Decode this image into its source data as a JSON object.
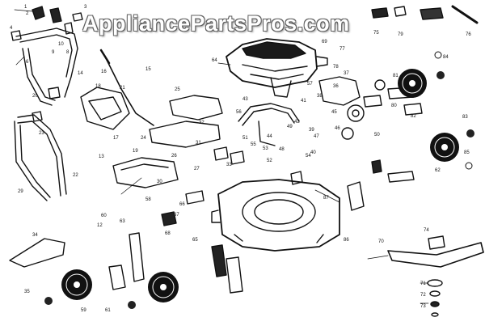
{
  "watermark": "AppliancePartsPros.com",
  "callouts": {
    "c1": "1",
    "c2": "2",
    "c3": "3",
    "c4": "4",
    "c6": "6",
    "c8": "8",
    "c9": "9",
    "c10": "10",
    "c12": "12",
    "c13": "13",
    "c14": "14",
    "c15": "15",
    "c16": "16",
    "c17": "17",
    "c18": "18",
    "c19": "19",
    "c20": "20",
    "c21": "21",
    "c22": "22",
    "c23": "23",
    "c24": "24",
    "c25": "25",
    "c26": "26",
    "c27": "27",
    "c29": "29",
    "c30": "30",
    "c31": "31",
    "c32": "32",
    "c33": "33",
    "c34": "34",
    "c35": "35",
    "c36": "36",
    "c37": "37",
    "c38": "38",
    "c39": "39",
    "c40": "40",
    "c41": "41",
    "c42": "42",
    "c43": "43",
    "c44": "44",
    "c45": "45",
    "c46": "46",
    "c47": "47",
    "c48": "48",
    "c49": "49",
    "c50": "50",
    "c51": "51",
    "c52": "52",
    "c53": "53",
    "c54": "54",
    "c55": "55",
    "c56": "56",
    "c57": "57",
    "c58": "58",
    "c59": "59",
    "c60": "60",
    "c61": "61",
    "c62": "62",
    "c63": "63",
    "c64": "64",
    "c65": "65",
    "c66": "66",
    "c67": "67",
    "c68": "68",
    "c69": "69",
    "c70": "70",
    "c71": "71",
    "c72": "72",
    "c73": "73",
    "c74": "74",
    "c75": "75",
    "c76": "76",
    "c77": "77",
    "c78": "78",
    "c79": "79",
    "c80": "80",
    "c81": "81",
    "c82": "82",
    "c83": "83",
    "c84": "84",
    "c85": "85",
    "c86": "86",
    "c87": "87"
  }
}
